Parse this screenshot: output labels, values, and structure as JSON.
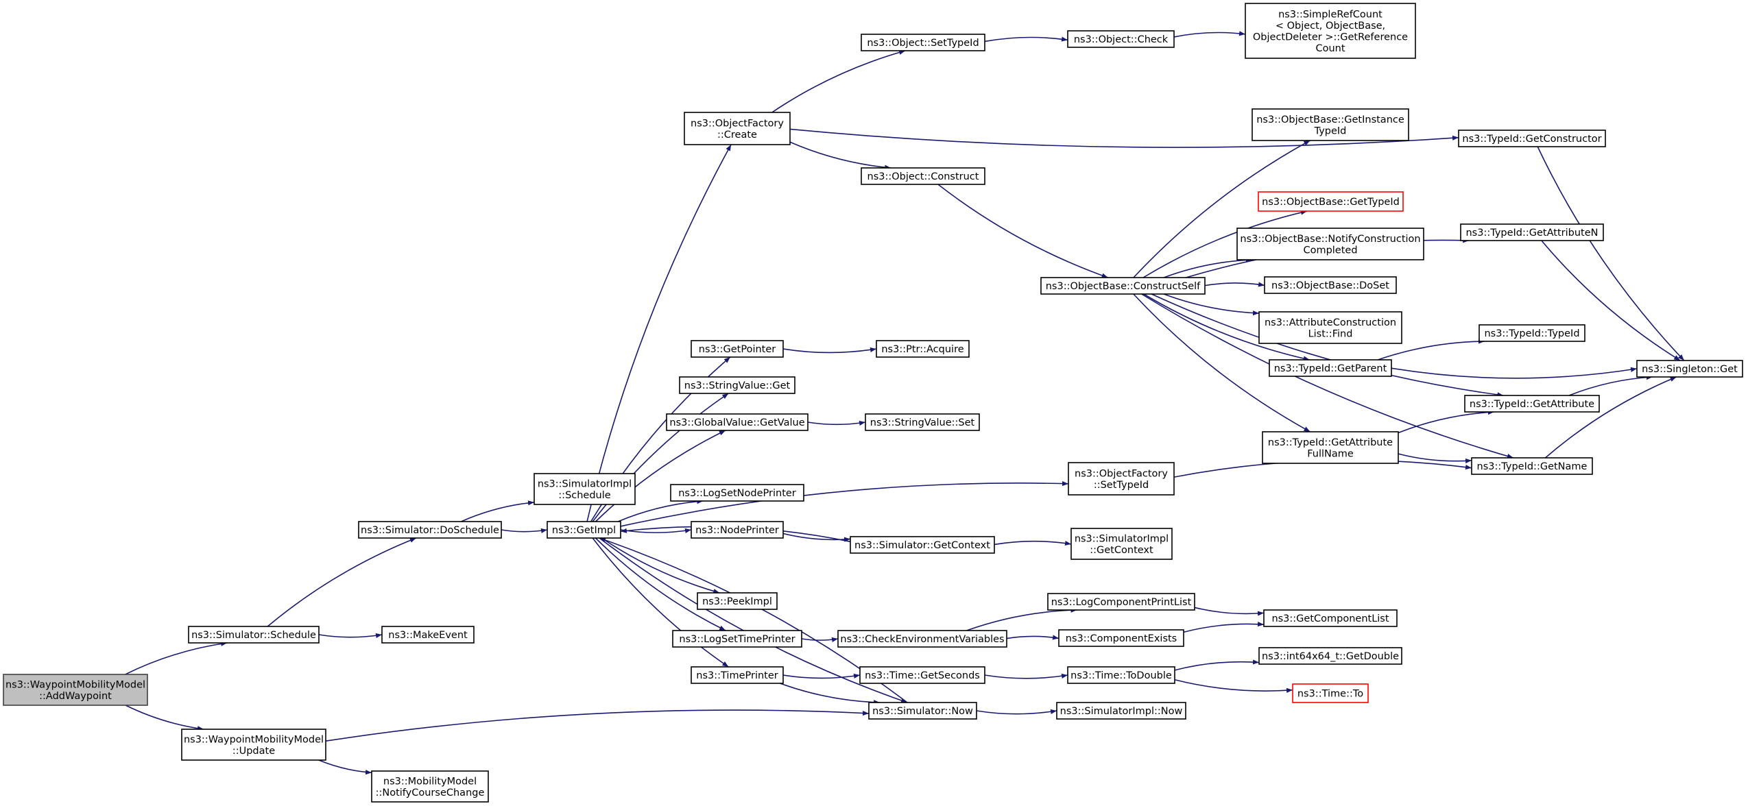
{
  "nodes": [
    {
      "id": "root",
      "lines": [
        "ns3::WaypointMobilityModel",
        "::AddWaypoint"
      ]
    },
    {
      "id": "sim_schedule",
      "lines": [
        "ns3::Simulator::Schedule"
      ]
    },
    {
      "id": "wmm_update",
      "lines": [
        "ns3::WaypointMobilityModel",
        "::Update"
      ]
    },
    {
      "id": "doschedule",
      "lines": [
        "ns3::Simulator::DoSchedule"
      ]
    },
    {
      "id": "makeevent",
      "lines": [
        "ns3::MakeEvent"
      ]
    },
    {
      "id": "notify_course",
      "lines": [
        "ns3::MobilityModel",
        "::NotifyCourseChange"
      ]
    },
    {
      "id": "simimpl_schedule",
      "lines": [
        "ns3::SimulatorImpl",
        "::Schedule"
      ]
    },
    {
      "id": "getimpl",
      "lines": [
        "ns3::GetImpl"
      ]
    },
    {
      "id": "of_create",
      "lines": [
        "ns3::ObjectFactory",
        "::Create"
      ]
    },
    {
      "id": "getpointer",
      "lines": [
        "ns3::GetPointer"
      ]
    },
    {
      "id": "stringvalue_get",
      "lines": [
        "ns3::StringValue::Get"
      ]
    },
    {
      "id": "globalvalue_getvalue",
      "lines": [
        "ns3::GlobalValue::GetValue"
      ]
    },
    {
      "id": "logsetnodeprinter",
      "lines": [
        "ns3::LogSetNodePrinter"
      ]
    },
    {
      "id": "nodeprinter",
      "lines": [
        "ns3::NodePrinter"
      ]
    },
    {
      "id": "peekimpl",
      "lines": [
        "ns3::PeekImpl"
      ]
    },
    {
      "id": "logsettimeprinter",
      "lines": [
        "ns3::LogSetTimePrinter"
      ]
    },
    {
      "id": "timeprinter",
      "lines": [
        "ns3::TimePrinter"
      ]
    },
    {
      "id": "obj_settypeid",
      "lines": [
        "ns3::Object::SetTypeId"
      ]
    },
    {
      "id": "obj_construct",
      "lines": [
        "ns3::Object::Construct"
      ]
    },
    {
      "id": "ptr_acquire",
      "lines": [
        "ns3::Ptr::Acquire"
      ]
    },
    {
      "id": "stringvalue_set",
      "lines": [
        "ns3::StringValue::Set"
      ]
    },
    {
      "id": "sim_getcontext",
      "lines": [
        "ns3::Simulator::GetContext"
      ]
    },
    {
      "id": "checkenv",
      "lines": [
        "ns3::CheckEnvironmentVariables"
      ]
    },
    {
      "id": "time_getseconds",
      "lines": [
        "ns3::Time::GetSeconds"
      ]
    },
    {
      "id": "sim_now",
      "lines": [
        "ns3::Simulator::Now"
      ]
    },
    {
      "id": "obj_check",
      "lines": [
        "ns3::Object::Check"
      ]
    },
    {
      "id": "ob_constructself",
      "lines": [
        "ns3::ObjectBase::ConstructSelf"
      ]
    },
    {
      "id": "of_settypeid",
      "lines": [
        "ns3::ObjectFactory",
        "::SetTypeId"
      ]
    },
    {
      "id": "simimpl_getcontext",
      "lines": [
        "ns3::SimulatorImpl",
        "::GetContext"
      ]
    },
    {
      "id": "logcompprintlist",
      "lines": [
        "ns3::LogComponentPrintList"
      ]
    },
    {
      "id": "compexists",
      "lines": [
        "ns3::ComponentExists"
      ]
    },
    {
      "id": "time_todouble",
      "lines": [
        "ns3::Time::ToDouble"
      ]
    },
    {
      "id": "simimpl_now",
      "lines": [
        "ns3::SimulatorImpl::Now"
      ]
    },
    {
      "id": "simplerefcount",
      "lines": [
        "ns3::SimpleRefCount",
        "< Object, ObjectBase,",
        " ObjectDeleter >::GetReference",
        "Count"
      ]
    },
    {
      "id": "ob_getinstancetypeid",
      "lines": [
        "ns3::ObjectBase::GetInstance",
        "TypeId"
      ]
    },
    {
      "id": "ob_gettypeid",
      "lines": [
        "ns3::ObjectBase::GetTypeId"
      ],
      "red": true
    },
    {
      "id": "ob_notifyconstruction",
      "lines": [
        "ns3::ObjectBase::NotifyConstruction",
        "Completed"
      ]
    },
    {
      "id": "ob_doset",
      "lines": [
        "ns3::ObjectBase::DoSet"
      ]
    },
    {
      "id": "attrconstlist_find",
      "lines": [
        "ns3::AttributeConstruction",
        "List::Find"
      ]
    },
    {
      "id": "typeid_getparent",
      "lines": [
        "ns3::TypeId::GetParent"
      ]
    },
    {
      "id": "typeid_getattrfullname",
      "lines": [
        "ns3::TypeId::GetAttribute",
        "FullName"
      ]
    },
    {
      "id": "getcomponentlist",
      "lines": [
        "ns3::GetComponentList"
      ]
    },
    {
      "id": "int64_getdouble",
      "lines": [
        "ns3::int64x64_t::GetDouble"
      ]
    },
    {
      "id": "time_to",
      "lines": [
        "ns3::Time::To"
      ],
      "red": true
    },
    {
      "id": "typeid_getconstructor",
      "lines": [
        "ns3::TypeId::GetConstructor"
      ]
    },
    {
      "id": "typeid_getattributen",
      "lines": [
        "ns3::TypeId::GetAttributeN"
      ]
    },
    {
      "id": "typeid_typeid",
      "lines": [
        "ns3::TypeId::TypeId"
      ]
    },
    {
      "id": "typeid_getattribute",
      "lines": [
        "ns3::TypeId::GetAttribute"
      ]
    },
    {
      "id": "typeid_getname",
      "lines": [
        "ns3::TypeId::GetName"
      ]
    },
    {
      "id": "singleton_get",
      "lines": [
        "ns3::Singleton::Get"
      ]
    }
  ],
  "edges": [
    [
      "root",
      "sim_schedule"
    ],
    [
      "root",
      "wmm_update"
    ],
    [
      "sim_schedule",
      "doschedule"
    ],
    [
      "sim_schedule",
      "makeevent"
    ],
    [
      "wmm_update",
      "sim_now"
    ],
    [
      "wmm_update",
      "notify_course"
    ],
    [
      "doschedule",
      "simimpl_schedule"
    ],
    [
      "doschedule",
      "getimpl"
    ],
    [
      "getimpl",
      "of_create"
    ],
    [
      "getimpl",
      "getpointer"
    ],
    [
      "getimpl",
      "stringvalue_get"
    ],
    [
      "getimpl",
      "globalvalue_getvalue"
    ],
    [
      "getimpl",
      "of_settypeid"
    ],
    [
      "getimpl",
      "logsetnodeprinter"
    ],
    [
      "getimpl",
      "nodeprinter"
    ],
    [
      "getimpl",
      "peekimpl"
    ],
    [
      "getimpl",
      "logsettimeprinter"
    ],
    [
      "getimpl",
      "timeprinter"
    ],
    [
      "getimpl",
      "sim_now"
    ],
    [
      "sim_getcontext",
      "getimpl"
    ],
    [
      "sim_now",
      "getimpl"
    ],
    [
      "of_create",
      "obj_settypeid"
    ],
    [
      "of_create",
      "typeid_getconstructor"
    ],
    [
      "of_create",
      "obj_construct"
    ],
    [
      "obj_settypeid",
      "obj_check"
    ],
    [
      "obj_check",
      "simplerefcount"
    ],
    [
      "obj_construct",
      "ob_constructself"
    ],
    [
      "getpointer",
      "ptr_acquire"
    ],
    [
      "globalvalue_getvalue",
      "stringvalue_set"
    ],
    [
      "nodeprinter",
      "sim_getcontext"
    ],
    [
      "sim_getcontext",
      "simimpl_getcontext"
    ],
    [
      "logsettimeprinter",
      "checkenv"
    ],
    [
      "checkenv",
      "logcompprintlist"
    ],
    [
      "checkenv",
      "compexists"
    ],
    [
      "logcompprintlist",
      "getcomponentlist"
    ],
    [
      "compexists",
      "getcomponentlist"
    ],
    [
      "timeprinter",
      "time_getseconds"
    ],
    [
      "timeprinter",
      "sim_now"
    ],
    [
      "time_getseconds",
      "time_todouble"
    ],
    [
      "time_todouble",
      "int64_getdouble"
    ],
    [
      "time_todouble",
      "time_to"
    ],
    [
      "sim_now",
      "simimpl_now"
    ],
    [
      "ob_constructself",
      "ob_getinstancetypeid"
    ],
    [
      "ob_constructself",
      "typeid_getattributen"
    ],
    [
      "ob_constructself",
      "ob_gettypeid"
    ],
    [
      "ob_constructself",
      "ob_notifyconstruction"
    ],
    [
      "ob_constructself",
      "ob_doset"
    ],
    [
      "ob_constructself",
      "attrconstlist_find"
    ],
    [
      "ob_constructself",
      "typeid_getparent"
    ],
    [
      "ob_constructself",
      "typeid_getattribute"
    ],
    [
      "ob_constructself",
      "typeid_getattrfullname"
    ],
    [
      "ob_constructself",
      "typeid_getname"
    ],
    [
      "of_settypeid",
      "typeid_getname"
    ],
    [
      "typeid_getparent",
      "typeid_typeid"
    ],
    [
      "typeid_getparent",
      "singleton_get"
    ],
    [
      "typeid_getattrfullname",
      "typeid_getattribute"
    ],
    [
      "typeid_getattrfullname",
      "typeid_getname"
    ],
    [
      "typeid_getconstructor",
      "singleton_get"
    ],
    [
      "typeid_getattributen",
      "singleton_get"
    ],
    [
      "typeid_getattribute",
      "singleton_get"
    ],
    [
      "typeid_getname",
      "singleton_get"
    ]
  ]
}
